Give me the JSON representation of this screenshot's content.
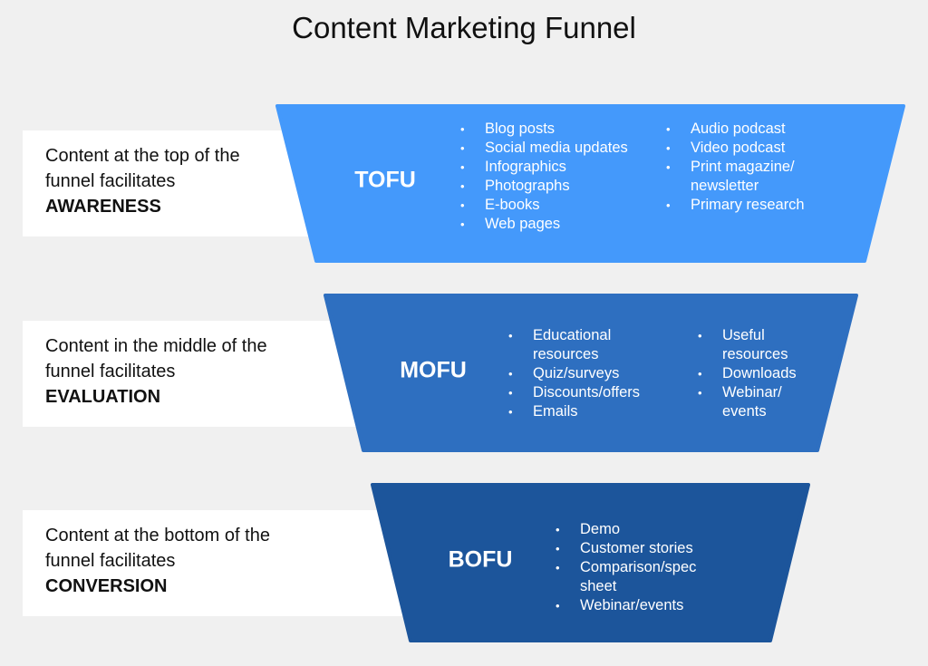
{
  "title": "Content Marketing Funnel",
  "colors": {
    "background": "#f0f0f0",
    "tofu": "#4499fb",
    "mofu": "#2e6fc0",
    "bofu": "#1c559b"
  },
  "stages": [
    {
      "name": "TOFU",
      "description": "Content at the top of the\nfunnel facilitates",
      "goal": "AWARENESS",
      "column1": [
        "Blog posts",
        "Social media updates",
        "Infographics",
        "Photographs",
        "E-books",
        "Web pages"
      ],
      "column2": [
        "Audio podcast",
        "Video podcast",
        "Print magazine/\nnewsletter",
        "Primary research"
      ]
    },
    {
      "name": "MOFU",
      "description": "Content in the middle of the\nfunnel facilitates",
      "goal": "EVALUATION",
      "column1": [
        "Educational\nresources",
        "Quiz/surveys",
        "Discounts/offers",
        "Emails"
      ],
      "column2": [
        "Useful\nresources",
        "Downloads",
        "Webinar/\nevents"
      ]
    },
    {
      "name": "BOFU",
      "description": "Content at the bottom of the\nfunnel facilitates",
      "goal": "CONVERSION",
      "column1": [
        "Demo",
        "Customer stories",
        "Comparison/spec\nsheet",
        "Webinar/events"
      ],
      "column2": []
    }
  ]
}
